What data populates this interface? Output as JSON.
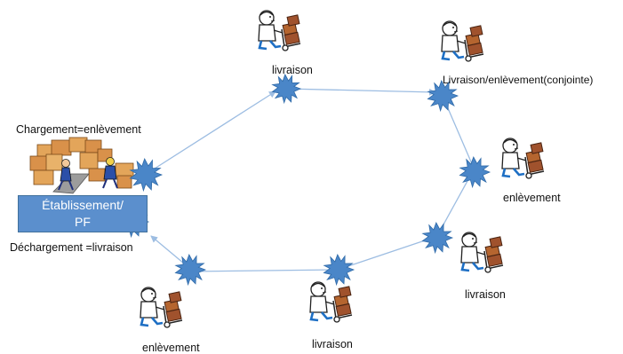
{
  "depot": {
    "name_line1": "Établissement/",
    "name_line2": "PF",
    "top_label": "Chargement=enlèvement",
    "bottom_label": "Déchargement =livraison"
  },
  "stops": [
    {
      "label": "livraison"
    },
    {
      "label": "Livraison/enlèvement(conjointe)"
    },
    {
      "label": "enlèvement"
    },
    {
      "label": "livraison"
    },
    {
      "label": "livraison"
    },
    {
      "label": "enlèvement"
    }
  ],
  "icons": {
    "courier": "delivery-person-with-hand-truck-icon",
    "node": "burst-star-icon",
    "warehouse": "warehouse-workers-with-boxes-icon"
  },
  "colors": {
    "route": "#9dbde2",
    "node_fill": "#4a86c8",
    "node_stroke": "#2f6aa8",
    "depot_fill": "#5b8fcd"
  }
}
